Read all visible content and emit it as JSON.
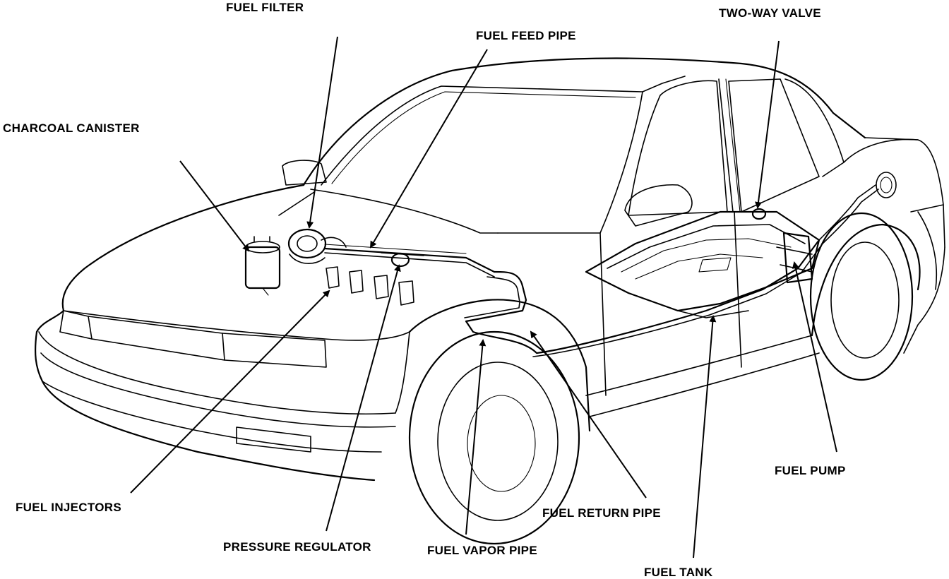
{
  "labels": {
    "fuel_filter": "FUEL FILTER",
    "fuel_feed_pipe": "FUEL FEED PIPE",
    "two_way_valve": "TWO-WAY VALVE",
    "charcoal_canister": "CHARCOAL CANISTER",
    "fuel_pump": "FUEL PUMP",
    "fuel_injectors": "FUEL INJECTORS",
    "fuel_return_pipe": "FUEL RETURN PIPE",
    "pressure_regulator": "PRESSURE REGULATOR",
    "fuel_vapor_pipe": "FUEL VAPOR PIPE",
    "fuel_tank": "FUEL TANK"
  },
  "colors": {
    "line": "#000000",
    "background": "#ffffff"
  }
}
